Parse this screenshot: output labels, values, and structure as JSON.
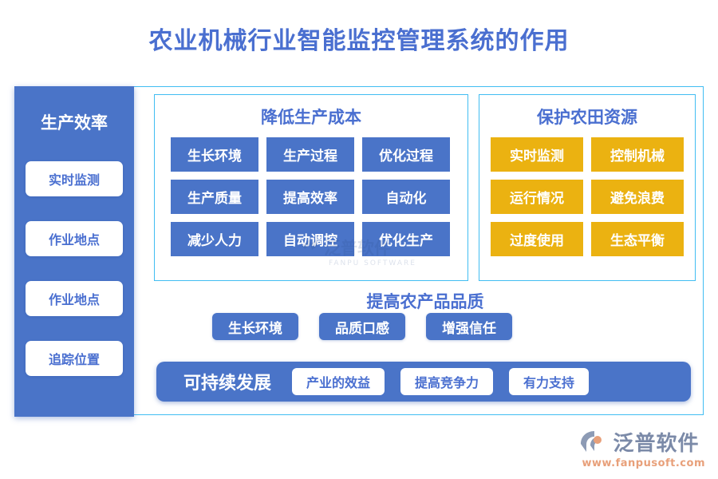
{
  "page": {
    "title": "农业机械行业智能监控管理系统的作用",
    "accent_blue": "#4a74c8",
    "accent_yellow": "#ebb211",
    "frame_border": "#41bdf2",
    "heading_text_color": "#4a6fd0"
  },
  "sidebar": {
    "title": "生产效率",
    "items": [
      {
        "label": "实时监测"
      },
      {
        "label": "作业地点"
      },
      {
        "label": "作业地点"
      },
      {
        "label": "追踪位置"
      }
    ]
  },
  "mid_panel": {
    "title": "降低生产成本",
    "cells": [
      {
        "label": "生长环境"
      },
      {
        "label": "生产过程"
      },
      {
        "label": "优化过程"
      },
      {
        "label": "生产质量"
      },
      {
        "label": "提高效率"
      },
      {
        "label": "自动化"
      },
      {
        "label": "减少人力"
      },
      {
        "label": "自动调控"
      },
      {
        "label": "优化生产"
      }
    ]
  },
  "right_panel": {
    "title": "保护农田资源",
    "cells": [
      {
        "label": "实时监测"
      },
      {
        "label": "控制机械"
      },
      {
        "label": "运行情况"
      },
      {
        "label": "避免浪费"
      },
      {
        "label": "过度使用"
      },
      {
        "label": "生态平衡"
      }
    ]
  },
  "bottom": {
    "title": "提高农产品品质",
    "chips": [
      {
        "label": "生长环境"
      },
      {
        "label": "品质口感"
      },
      {
        "label": "增强信任"
      }
    ],
    "bar_label": "可持续发展",
    "bar_chips": [
      {
        "label": "产业的效益"
      },
      {
        "label": "提高竞争力"
      },
      {
        "label": "有力支持"
      }
    ]
  },
  "watermark": {
    "name": "泛普软件",
    "sub": "FANPU SOFTWARE"
  },
  "brand": {
    "name": "泛普软件",
    "url": "www.fanpusoft.com"
  }
}
